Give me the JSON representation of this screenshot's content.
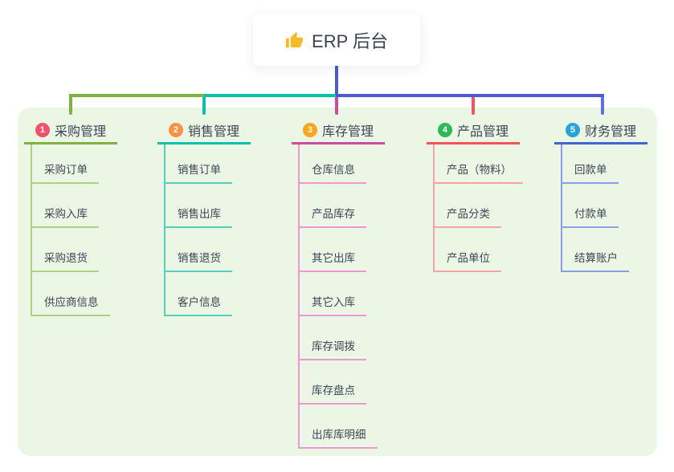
{
  "root": {
    "label": "ERP 后台",
    "icon": "thumbs-up"
  },
  "branches": [
    {
      "badge": "1",
      "label": "采购管理",
      "children": [
        "采购订单",
        "采购入库",
        "采购退货",
        "供应商信息"
      ],
      "colors": {
        "badge": "#f4516c",
        "line": "#7cb342",
        "child_line": "#a8d383",
        "drop": "#7cb342"
      }
    },
    {
      "badge": "2",
      "label": "销售管理",
      "children": [
        "销售订单",
        "销售出库",
        "销售退货",
        "客户信息"
      ],
      "colors": {
        "badge": "#fa9247",
        "line": "#0dbfad",
        "child_line": "#54cfc2",
        "drop": "#0dbfad"
      }
    },
    {
      "badge": "3",
      "label": "库存管理",
      "children": [
        "仓库信息",
        "产品库存",
        "其它出库",
        "其它入库",
        "库存调拨",
        "库存盘点",
        "出库库明细"
      ],
      "colors": {
        "badge": "#f9a51d",
        "line": "#ce4ba4",
        "child_line": "#ef97d2",
        "drop": "#ce4ba4"
      }
    },
    {
      "badge": "4",
      "label": "产品管理",
      "children": [
        "产品（物料）",
        "产品分类",
        "产品单位"
      ],
      "colors": {
        "badge": "#2eb857",
        "line": "#f25459",
        "child_line": "#f7a3a4",
        "drop": "#f25459"
      }
    },
    {
      "badge": "5",
      "label": "财务管理",
      "children": [
        "回款单",
        "付款单",
        "结算账户"
      ],
      "colors": {
        "badge": "#29a3db",
        "line": "#4365d2",
        "child_line": "#8aa0e4",
        "drop": "#5b74dc"
      }
    }
  ],
  "connectors": {
    "root_line": "#4c5bd1",
    "bus_segments": [
      "#7cb342",
      "#0dbfad",
      "#4c5bd1"
    ]
  },
  "canvas": {
    "background": "#ffffff",
    "panel_background": "#ebf6e4",
    "text_color": "#3d4757",
    "thumb_color": "#f7b928"
  }
}
